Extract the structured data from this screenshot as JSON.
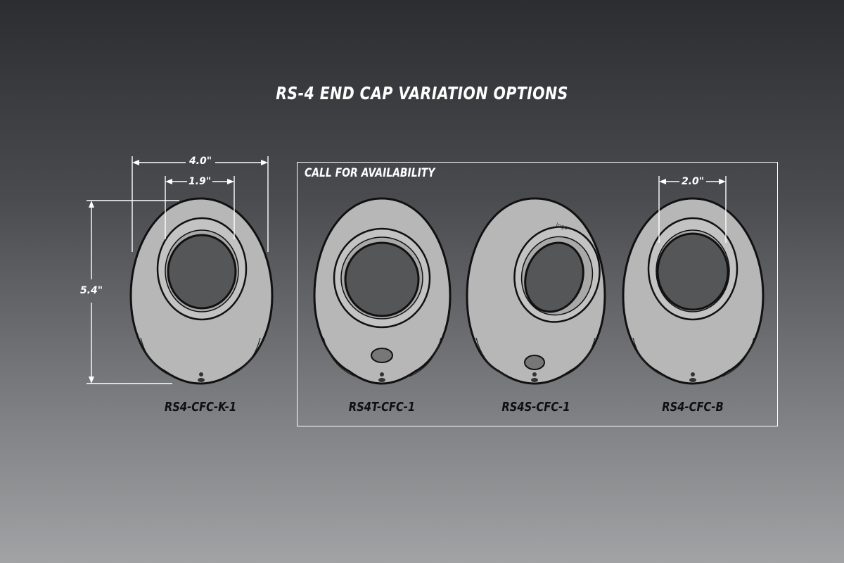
{
  "title": "RS-4 END CAP VARIATION OPTIONS",
  "availability_note": "CALL FOR AVAILABILITY",
  "dimensions": {
    "outer_width": "4.0\"",
    "outlet_width": "1.9\"",
    "height": "5.4\"",
    "outlet_width_b": "2.0\""
  },
  "parts": [
    {
      "id": "RS4-CFC-K-1"
    },
    {
      "id": "RS4T-CFC-1"
    },
    {
      "id": "RS4S-CFC-1"
    },
    {
      "id": "RS4-CFC-B"
    }
  ],
  "colors": {
    "background_top": "#2c2d31",
    "background_bottom": "#a2a3a5",
    "cap_fill": "#b7b7b7",
    "outline": "#111111",
    "text_light": "#ffffff",
    "text_dark": "#0f0f10"
  }
}
